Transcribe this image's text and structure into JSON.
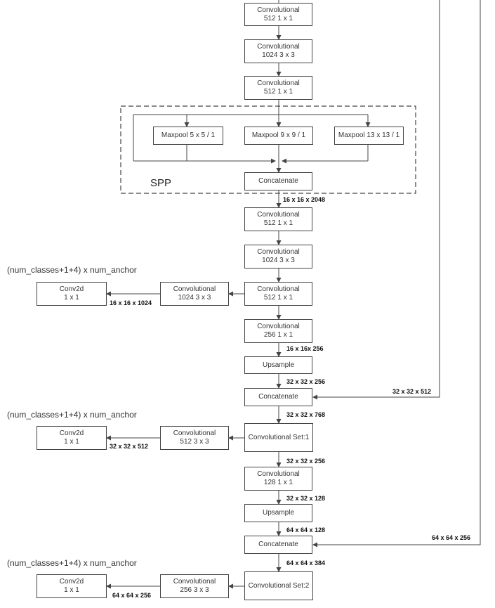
{
  "boxes": {
    "c1": {
      "l1": "Convolutional",
      "l2": "512   1 x 1"
    },
    "c2": {
      "l1": "Convolutional",
      "l2": "1024   3 x 3"
    },
    "c3": {
      "l1": "Convolutional",
      "l2": "512   1 x 1"
    },
    "mp1": {
      "l1": "Maxpool  5 x 5 / 1"
    },
    "mp2": {
      "l1": "Maxpool  9 x 9 / 1"
    },
    "mp3": {
      "l1": "Maxpool  13 x 13 / 1"
    },
    "cat1": {
      "l1": "Concatenate"
    },
    "c4": {
      "l1": "Convolutional",
      "l2": "512   1 x 1"
    },
    "c5": {
      "l1": "Convolutional",
      "l2": "1024   3 x 3"
    },
    "c6": {
      "l1": "Convolutional",
      "l2": "512   1 x 1"
    },
    "h1conv": {
      "l1": "Convolutional",
      "l2": "1024   3 x 3"
    },
    "h1out": {
      "l1": "Conv2d",
      "l2": "1 x 1"
    },
    "c7": {
      "l1": "Convolutional",
      "l2": "256   1 x 1"
    },
    "up1": {
      "l1": "Upsample"
    },
    "cat2": {
      "l1": "Concatenate"
    },
    "set1": {
      "l1": "Convolutional Set:1"
    },
    "h2conv": {
      "l1": "Convolutional",
      "l2": "512   3 x 3"
    },
    "h2out": {
      "l1": "Conv2d",
      "l2": "1 x 1"
    },
    "c8": {
      "l1": "Convolutional",
      "l2": "128   1 x 1"
    },
    "up2": {
      "l1": "Upsample"
    },
    "cat3": {
      "l1": "Concatenate"
    },
    "set2": {
      "l1": "Convolutional Set:2"
    },
    "h3conv": {
      "l1": "Convolutional",
      "l2": "256   3 x 3"
    },
    "h3out": {
      "l1": "Conv2d",
      "l2": "1 x 1"
    }
  },
  "spp_label": "SPP",
  "edge_labels": {
    "e_2048": "16 x 16 x 2048",
    "e_h1": "16 x 16 x 1024",
    "e_256a": "16 x 16x 256",
    "e_32_256a": "32 x 32 x 256",
    "e_32_512": "32 x 32 x 512",
    "e_768": "32 x 32 x 768",
    "e_h2": "32 x 32 x 512",
    "e_32_256b": "32 x 32 x 256",
    "e_32_128": "32 x 32 x 128",
    "e_64_128": "64 x 64 x 128",
    "e_64_256": "64 x 64 x 256",
    "e_384": "64 x 64 x 384",
    "e_h3": "64 x 64 x 256"
  },
  "heads": {
    "h1": "(num_classes+1+4) x num_anchor",
    "h2": "(num_classes+1+4) x num_anchor",
    "h3": "(num_classes+1+4) x num_anchor"
  },
  "colors": {
    "line": "#444444",
    "border": "#444444",
    "text": "#333333"
  }
}
